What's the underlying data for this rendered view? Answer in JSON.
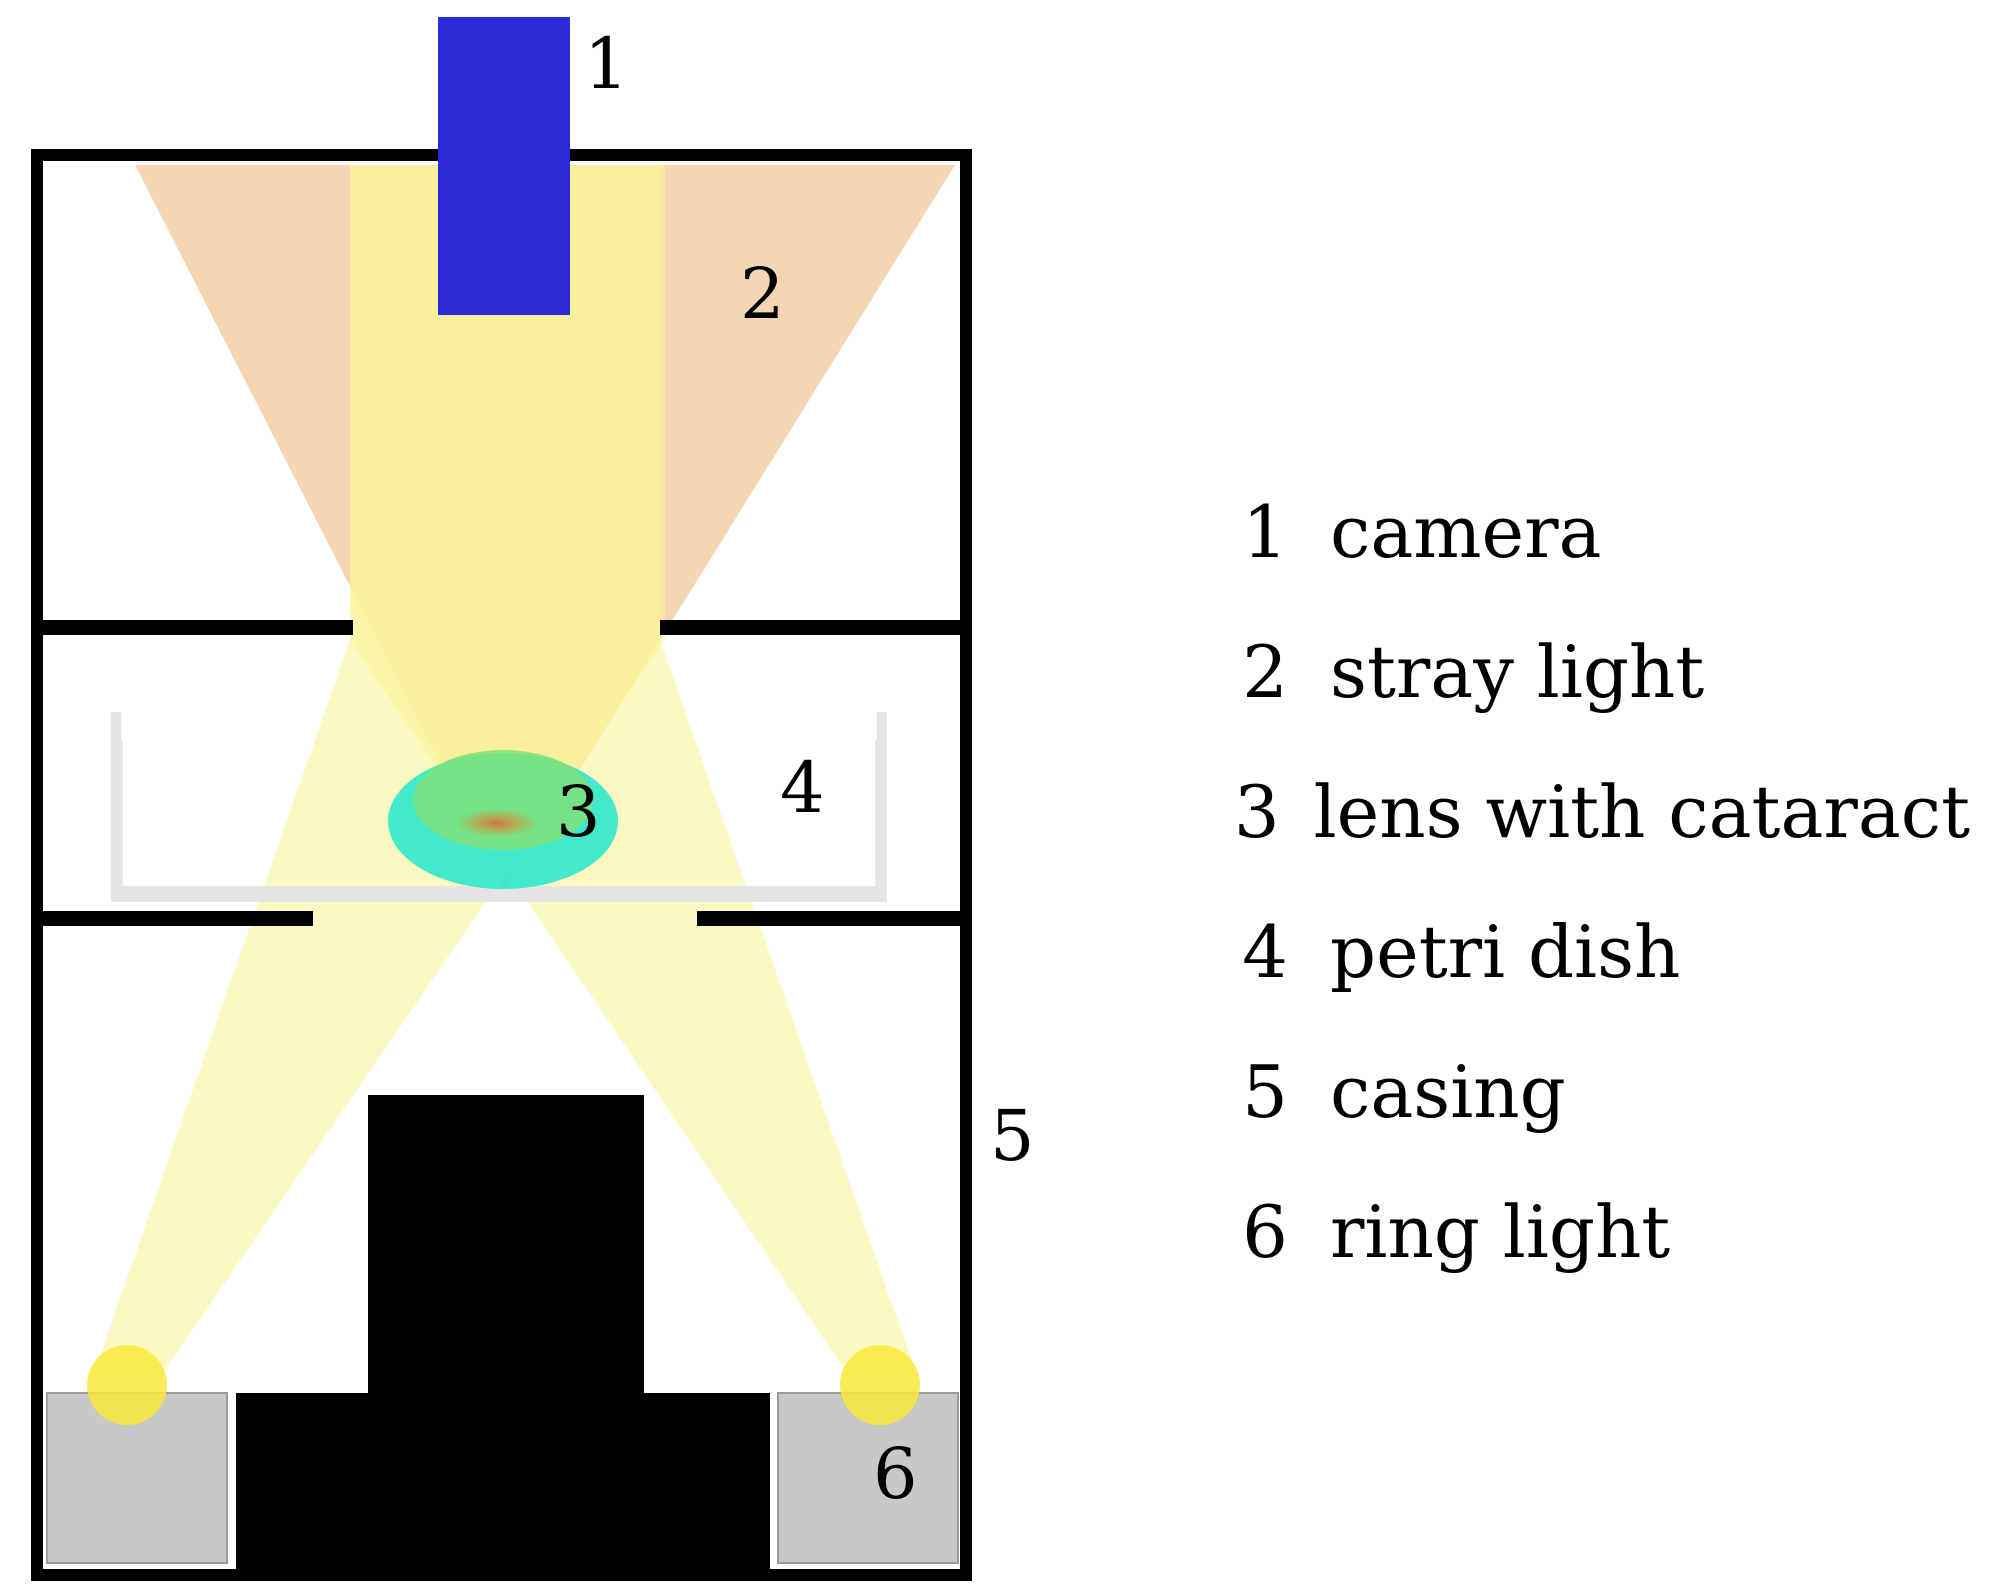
{
  "labels": {
    "camera": "1",
    "stray_light": "2",
    "lens": "3",
    "petri_dish": "4",
    "casing": "5",
    "ring_light": "6"
  },
  "legend": [
    {
      "num": "1",
      "text": "camera"
    },
    {
      "num": "2",
      "text": "stray light"
    },
    {
      "num": "3",
      "text": "lens with cataract"
    },
    {
      "num": "4",
      "text": "petri dish"
    },
    {
      "num": "5",
      "text": "casing"
    },
    {
      "num": "6",
      "text": "ring light"
    }
  ],
  "colors": {
    "camera": "#2b28d6",
    "stray_light": "#f0c898",
    "ring_light_beam": "#faf39a",
    "ring_light_bulb": "#f7ea3c",
    "lens_outer": "#2ee8cc",
    "lens_inner": "#7ee07a",
    "cataract": "#d9703a",
    "petri_dish": "#e4e4e4",
    "ring_light_base": "#c8c8c8",
    "casing": "#000000"
  }
}
